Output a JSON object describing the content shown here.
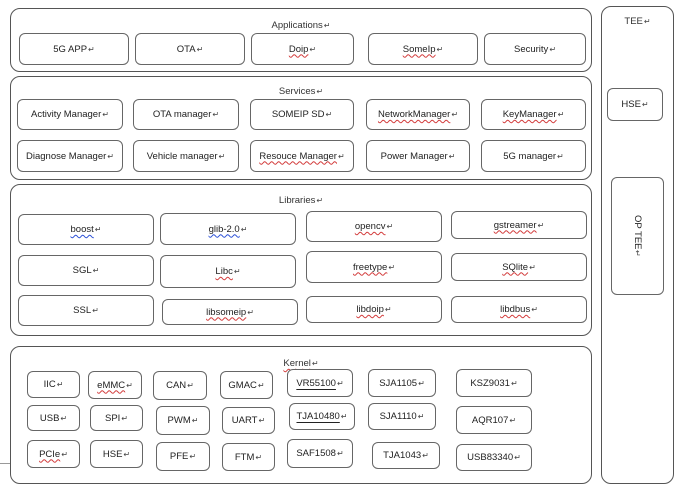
{
  "mark": "↵",
  "applications": {
    "title": "Applications",
    "items": [
      "5G APP",
      "OTA",
      "Doip",
      "SomeIp",
      "Security"
    ]
  },
  "services": {
    "title": "Services",
    "row1": [
      "Activity Manager",
      "OTA manager",
      "SOMEIP SD",
      "NetworkManager",
      "KeyManager"
    ],
    "row2": [
      "Diagnose Manager",
      "Vehicle manager",
      "Resouce Manager",
      "Power Manager",
      "5G manager"
    ]
  },
  "libraries": {
    "title": "Libraries",
    "col1": [
      "boost",
      "SGL",
      "SSL"
    ],
    "col2": [
      "glib-2.0",
      "Libc",
      "libsomeip"
    ],
    "col3": [
      "opencv",
      "freetype",
      "libdoip"
    ],
    "col4": [
      "gstreamer",
      "SQlite",
      "libdbus"
    ]
  },
  "kernel": {
    "title": "Kernel",
    "col1": [
      "IIC",
      "USB",
      "PCIe"
    ],
    "col2": [
      "eMMC",
      "SPI",
      "HSE"
    ],
    "col3": [
      "CAN",
      "PWM",
      "PFE"
    ],
    "col4": [
      "GMAC",
      "UART",
      "FTM"
    ],
    "col5": [
      "VR55100",
      "TJA10480",
      "SAF1508"
    ],
    "col6": [
      "SJA1105",
      "SJA1110",
      "TJA1043"
    ],
    "col7": [
      "KSZ9031",
      "AQR107",
      "USB83340"
    ]
  },
  "tee": {
    "title": "TEE",
    "hse": "HSE",
    "optee": "OP TEE"
  }
}
